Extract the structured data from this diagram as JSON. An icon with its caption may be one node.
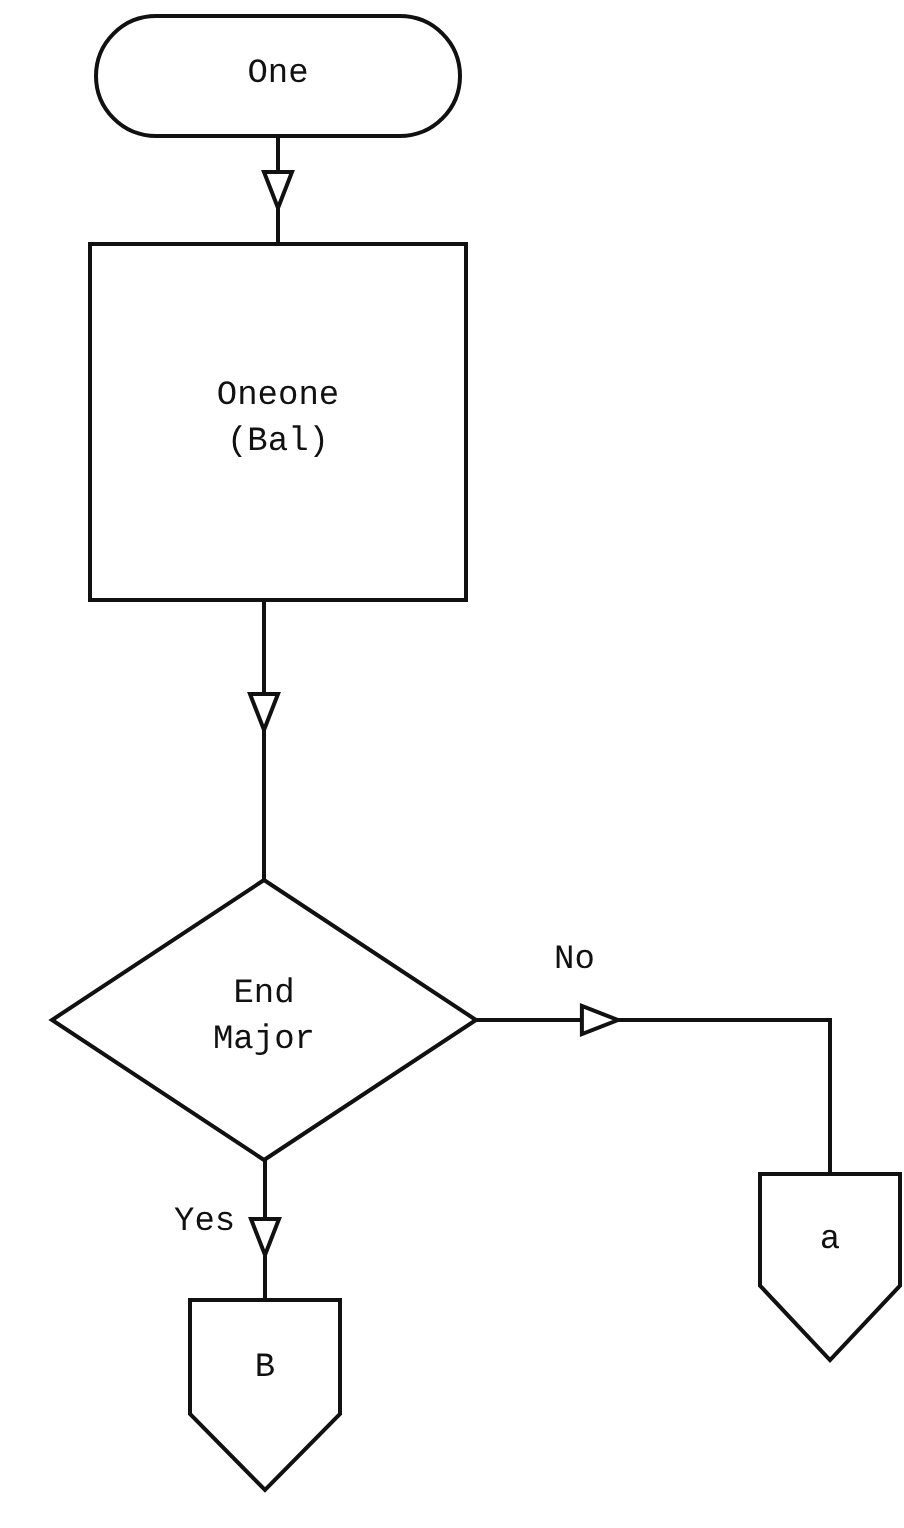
{
  "diagram": {
    "nodes": [
      {
        "text": [
          "One"
        ]
      },
      {
        "text": [
          "Oneone (Bal)"
        ]
      },
      {
        "text": [
          "End Major"
        ]
      },
      {
        "text": [
          "a"
        ]
      },
      {
        "text": [
          "B"
        ]
      }
    ],
    "edges": [
      {
        "from": 0,
        "to": 1,
        "arrow": "to"
      },
      {
        "from": 1,
        "to": 2,
        "arrow": "to"
      },
      {
        "from": 2,
        "to": 3,
        "arrow": "to",
        "label": "No"
      },
      {
        "from": 2,
        "to": 4,
        "arrow": "to",
        "label": "Yes"
      }
    ]
  }
}
